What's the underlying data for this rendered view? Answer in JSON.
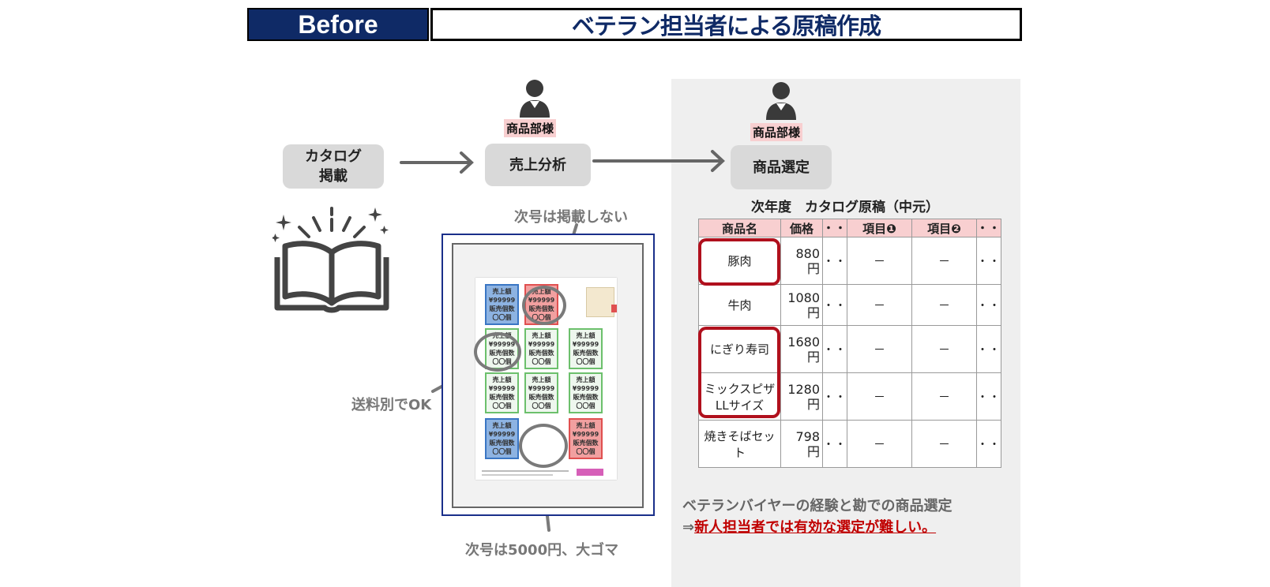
{
  "header": {
    "tag": "Before",
    "title": "ベテラン担当者による原稿作成"
  },
  "flow": {
    "step1": {
      "line1": "カタログ",
      "line2": "掲載"
    },
    "step2": {
      "label": "売上分析",
      "role": "商品部様"
    },
    "step3": {
      "label": "商品選定",
      "role": "商品部様"
    }
  },
  "flyer": {
    "annotations": {
      "top": "次号は掲載しない",
      "left": "送料別でOK",
      "bottom": "次号は5000円、大ゴマ"
    },
    "cell_text": {
      "l1": "売上額",
      "l2": "¥99999",
      "l3": "販売個数",
      "l4": "〇〇個"
    },
    "rows": [
      [
        "blue",
        "red",
        "none"
      ],
      [
        "green",
        "green",
        "green"
      ],
      [
        "green",
        "green",
        "green"
      ],
      [
        "blue",
        "none",
        "red"
      ]
    ]
  },
  "table": {
    "title": "次年度　カタログ原稿（中元）",
    "headers": [
      "商品名",
      "価格",
      "・・",
      "項目❶",
      "項目❷",
      "・・"
    ],
    "dash": "－",
    "dots": "・・",
    "rows": [
      {
        "name": "豚肉",
        "price_num": "880",
        "unit": "円",
        "highlight": true
      },
      {
        "name": "牛肉",
        "price_num": "1080",
        "unit": "円",
        "highlight": false
      },
      {
        "name": "にぎり寿司",
        "price_num": "1680",
        "unit": "円",
        "highlight": true
      },
      {
        "name_line1": "ミックスピザ",
        "name_line2": "LLサイズ",
        "price_num": "1280",
        "unit": "円",
        "highlight": true
      },
      {
        "name": "焼きそばセット",
        "price_num": "798",
        "unit": "円",
        "highlight": false
      }
    ]
  },
  "conclusion": {
    "line1": "ベテランバイヤーの経験と勘での商品選定",
    "arrow": "⇒",
    "line2": "新人担当者では有効な選定が難しい。"
  },
  "colors": {
    "navy": "#0f2a66",
    "highlight_red": "#b0101d",
    "pink": "#f8cfd0",
    "step_gray": "#d9d9d9"
  }
}
